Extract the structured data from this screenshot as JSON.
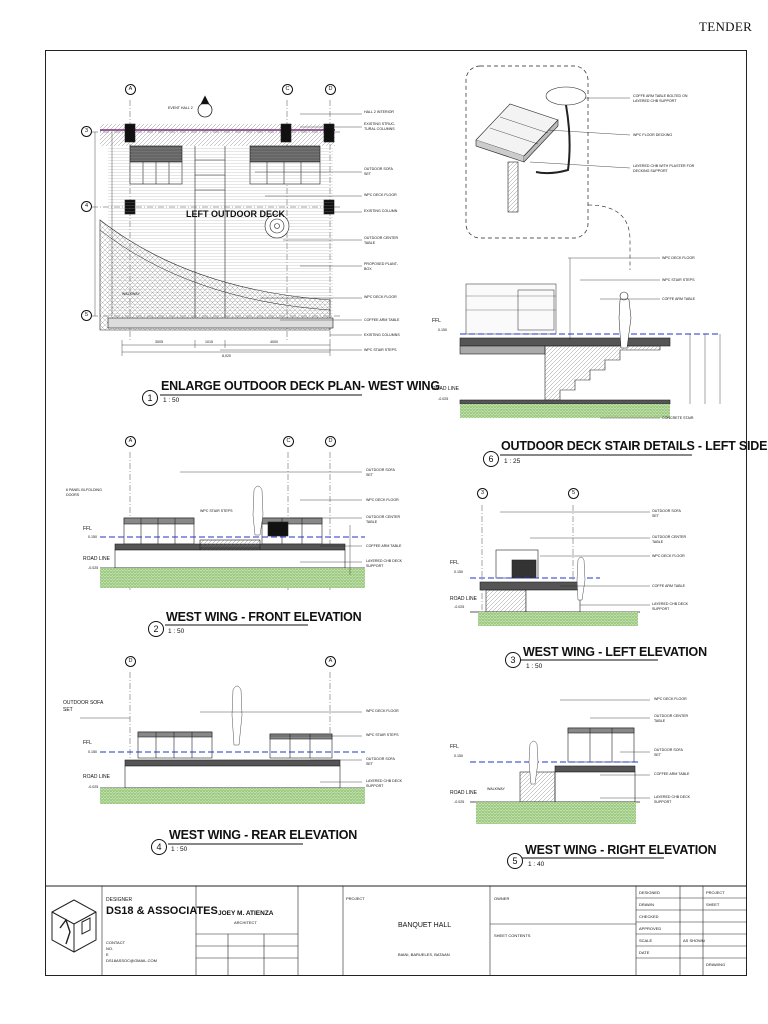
{
  "header": {
    "stamp": "TENDER"
  },
  "drawings": [
    {
      "num": "1",
      "title": "ENLARGE OUTDOOR DECK PLAN- WEST WING",
      "scale": "1 : 50"
    },
    {
      "num": "2",
      "title": "WEST WING - FRONT ELEVATION",
      "scale": "1 : 50"
    },
    {
      "num": "3",
      "title": "WEST WING - LEFT ELEVATION",
      "scale": "1 : 50"
    },
    {
      "num": "4",
      "title": "WEST WING - REAR ELEVATION",
      "scale": "1 : 50"
    },
    {
      "num": "5",
      "title": "WEST WING - RIGHT ELEVATION",
      "scale": "1 : 40"
    },
    {
      "num": "6",
      "title": "OUTDOOR DECK STAIR DETAILS - LEFT SIDE",
      "scale": "1 : 25"
    }
  ],
  "plan": {
    "center_label": "LEFT OUTDOOR DECK",
    "grid": {
      "a": "A",
      "c": "C",
      "d": "D",
      "three": "3",
      "four": "4",
      "five": "5"
    },
    "top_note": "EVENT HALL 2",
    "walkway": "WALKWAY",
    "dims": [
      "3005",
      "1015",
      "4000",
      "8,020"
    ],
    "callouts": [
      "HALL 2 INTERIOR",
      "EXISTING STRUC-",
      "TURAL COLUMNS",
      "OUTDOOR SOFA",
      "SET",
      "WPC DECK FLOOR",
      "EXISTING COLUMN",
      "OUTDOOR CENTER",
      "TABLE",
      "PROPOSED PLANT-",
      "BOX",
      "WPC DECK FLOOR",
      "COFFEE ARM TABLE",
      "EXISTING COLUMNS",
      "WPC STAIR STEPS"
    ]
  },
  "stair_detail": {
    "callouts_top": [
      "COFFE ARM TABLE BOLTED ON",
      "LAYERED CHB SUPPORT",
      "WPC FLOOR DECKING",
      "LAYERED CHB WITH PLASTER FOR",
      "DECKING SUPPORT"
    ],
    "callouts": [
      "WPC DECK FLOOR",
      "WPC STAIR STEPS",
      "COFFE ARM TABLE",
      "CONCRETE STAIR"
    ],
    "ffl": "FFL",
    "ffl_val": "0.150",
    "road": "ROAD LINE",
    "road_val": "-0.025"
  },
  "front": {
    "note": [
      "6 PANEL BI-FOLDING",
      "DOORS"
    ],
    "stair_label": "WPC STAIR STEPS",
    "ffl": "FFL",
    "ffl_val": "0.150",
    "road": "ROAD LINE",
    "road_val": "-0.025",
    "callouts": [
      "OUTDOOR SOFA",
      "SET",
      "WPC DECK FLOOR",
      "OUTDOOR CENTER",
      "TABLE",
      "COFFEE ARM TABLE",
      "LAYERED CHB DECK",
      "SUPPORT"
    ]
  },
  "left": {
    "ffl": "FFL",
    "ffl_val": "0.150",
    "road": "ROAD LINE",
    "road_val": "-0.025",
    "callouts": [
      "OUTDOOR SOFA",
      "SET",
      "OUTDOOR CENTER",
      "TABLE",
      "WPC DECK FLOOR",
      "COFFE ARM TABLE",
      "LAYERED CHB DECK",
      "SUPPORT"
    ]
  },
  "rear": {
    "note": [
      "OUTDOOR SOFA",
      "SET"
    ],
    "ffl": "FFL",
    "ffl_val": "0.150",
    "road": "ROAD LINE",
    "road_val": "-0.025",
    "callouts": [
      "WPC DECK FLOOR",
      "WPC STAIR STEPS",
      "OUTDOOR SOFA",
      "SET",
      "LAYERED CHB DECK",
      "SUPPORT"
    ]
  },
  "right": {
    "ffl": "FFL",
    "ffl_val": "0.150",
    "road": "ROAD LINE",
    "road_val": "-0.025",
    "walkway": "WALKWAY",
    "callouts": [
      "WPC DECK FLOOR",
      "OUTDOOR CENTER",
      "TABLE",
      "OUTDOOR SOFA",
      "SET",
      "COFFEE ARM TABLE",
      "LAYERED CHB DECK",
      "SUPPORT"
    ]
  },
  "titleblock": {
    "designer_label": "DESIGNER",
    "firm": "DS18 & ASSOCIATES",
    "firm_lines": [
      "CONTACT",
      "NO.",
      "E",
      "DS18ASSOC@GMAIL.COM"
    ],
    "architect": "JOEY M. ATIENZA",
    "architect_role": "ARCHITECT",
    "project_label": "PROJECT",
    "project": "BANQUET HALL",
    "location": "BIANI, BARUELES, BATAAN",
    "owner_label": "OWNER",
    "sheet_contents_label": "SHEET CONTENTS",
    "designed": "DESIGNED",
    "drawn": "DRAWN",
    "checked": "CHECKED",
    "approved": "APPROVED",
    "scale": "SCALE",
    "date": "DATE",
    "scale_val": "AS SHOWN",
    "project_r": "PROJECT",
    "sheet_r": "SHEET",
    "drawing_r": "DRAWING"
  }
}
